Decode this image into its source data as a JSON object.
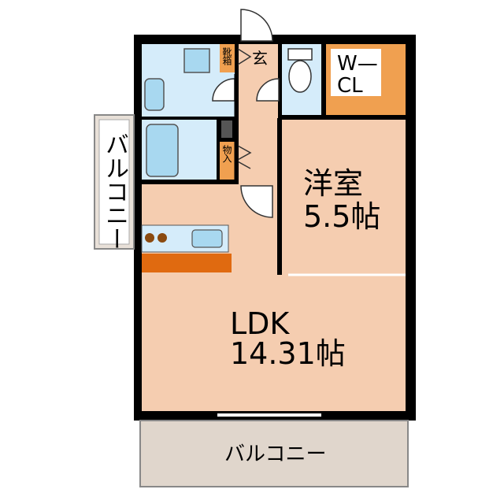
{
  "labels": {
    "western_room_name": "洋室",
    "western_room_size": "5.5帖",
    "ldk_name": "LDK",
    "ldk_size": "14.31帖",
    "wcl_line1": "W—",
    "wcl_line2": "CL",
    "genkan": "玄",
    "shoe_box": "靴箱",
    "storage": "物入",
    "balcony_side": "バルコニー",
    "balcony_bottom": "バルコニー"
  },
  "colors": {
    "wall": "#000000",
    "room_floor": "#f5cdb0",
    "wet_area": "#d5ecfa",
    "storage": "#f0a050",
    "counter": "#e06a10",
    "balcony": "#e0d6cc",
    "fixture": "#a8d8f0"
  }
}
